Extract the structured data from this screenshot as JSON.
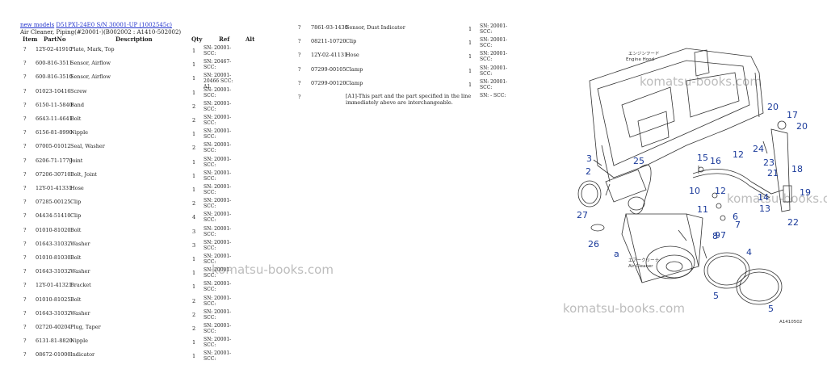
{
  "breadcrumb": {
    "link1": "new models",
    "link2": "D51PXI-24E0 S/N 30001-UP (1002545c)"
  },
  "subtitle": "Air Cleaner, Piping(#20001-)(B002002 : A1410-502002)",
  "headers": {
    "item": "Item",
    "partno": "PartNo",
    "description": "Description",
    "qty": "Qty",
    "ref": "Ref",
    "alt": "Alt"
  },
  "left_rows": [
    {
      "item": "?",
      "part": "12Y-02-41910",
      "desc": "Plate, Mark, Top",
      "qty": "1",
      "sn": "SN: 20001-SCC:"
    },
    {
      "item": "?",
      "part": "600-816-3511",
      "desc": "Sensor, Airflow",
      "qty": "1",
      "sn": "SN: 20467-SCC:"
    },
    {
      "item": "?",
      "part": "600-816-3510",
      "desc": "Sensor, Airflow",
      "qty": "1",
      "sn": "SN: 20001-20466 SCC: A1"
    },
    {
      "item": "?",
      "part": "01023-10416",
      "desc": "Screw",
      "qty": "1",
      "sn": "SN: 20001-SCC:"
    },
    {
      "item": "?",
      "part": "6150-11-5840",
      "desc": "Band",
      "qty": "2",
      "sn": "SN: 20001-SCC:"
    },
    {
      "item": "?",
      "part": "6643-11-4641",
      "desc": "Bolt",
      "qty": "2",
      "sn": "SN: 20001-SCC:"
    },
    {
      "item": "?",
      "part": "6156-81-8990",
      "desc": "Nipple",
      "qty": "1",
      "sn": "SN: 20001-SCC:"
    },
    {
      "item": "?",
      "part": "07005-01012",
      "desc": "Seal, Washer",
      "qty": "2",
      "sn": "SN: 20001-SCC:"
    },
    {
      "item": "?",
      "part": "6206-71-1770",
      "desc": "Joint",
      "qty": "1",
      "sn": "SN: 20001-SCC:"
    },
    {
      "item": "?",
      "part": "07206-30710",
      "desc": "Bolt, Joint",
      "qty": "1",
      "sn": "SN: 20001-SCC:"
    },
    {
      "item": "?",
      "part": "12Y-01-41331",
      "desc": "Hose",
      "qty": "1",
      "sn": "SN: 20001-SCC:"
    },
    {
      "item": "?",
      "part": "07285-00125",
      "desc": "Clip",
      "qty": "2",
      "sn": "SN: 20001-SCC:"
    },
    {
      "item": "?",
      "part": "04434-51410",
      "desc": "Clip",
      "qty": "4",
      "sn": "SN: 20001-SCC:"
    },
    {
      "item": "?",
      "part": "01010-81020",
      "desc": "Bolt",
      "qty": "3",
      "sn": "SN: 20001-SCC:"
    },
    {
      "item": "?",
      "part": "01643-31032",
      "desc": "Washer",
      "qty": "3",
      "sn": "SN: 20001-SCC:"
    },
    {
      "item": "?",
      "part": "01010-81030",
      "desc": "Bolt",
      "qty": "1",
      "sn": "SN: 20001-SCC:"
    },
    {
      "item": "?",
      "part": "01643-31032",
      "desc": "Washer",
      "qty": "1",
      "sn": "SN: 20001-SCC:"
    },
    {
      "item": "?",
      "part": "12Y-01-41321",
      "desc": "Bracket",
      "qty": "1",
      "sn": "SN: 20001-SCC:"
    },
    {
      "item": "?",
      "part": "01010-81025",
      "desc": "Bolt",
      "qty": "2",
      "sn": "SN: 20001-SCC:"
    },
    {
      "item": "?",
      "part": "01643-31032",
      "desc": "Washer",
      "qty": "2",
      "sn": "SN: 20001-SCC:"
    },
    {
      "item": "?",
      "part": "02720-40204",
      "desc": "Plug, Taper",
      "qty": "2",
      "sn": "SN: 20001-SCC:"
    },
    {
      "item": "?",
      "part": "6131-81-8820",
      "desc": "Nipple",
      "qty": "1",
      "sn": "SN: 20001-SCC:"
    },
    {
      "item": "?",
      "part": "08672-01000",
      "desc": "Indicator",
      "qty": "1",
      "sn": "SN: 20001-SCC:"
    }
  ],
  "right_rows": [
    {
      "item": "?",
      "part": "7861-93-1430",
      "desc": "Sensor, Dust Indicator",
      "qty": "1",
      "sn": "SN: 20001-SCC:"
    },
    {
      "item": "?",
      "part": "08211-10720",
      "desc": "Clip",
      "qty": "1",
      "sn": "SN: 20001-SCC:"
    },
    {
      "item": "?",
      "part": "12Y-02-41131",
      "desc": "Hose",
      "qty": "1",
      "sn": "SN: 20001-SCC:"
    },
    {
      "item": "?",
      "part": "07299-00105",
      "desc": "Clamp",
      "qty": "1",
      "sn": "SN: 20001-SCC:"
    },
    {
      "item": "?",
      "part": "07299-00120",
      "desc": "Clamp",
      "qty": "1",
      "sn": "SN: 20001-SCC:"
    },
    {
      "item": "?",
      "part": "",
      "desc": "",
      "qty": "",
      "sn": "SN: - SCC:"
    }
  ],
  "note": "[A1]-This part and the part specified in the line immediately above are interchangeable.",
  "watermark": "komatsu-books.com",
  "diagram": {
    "label_engine_hood_jp": "エンジンフード",
    "label_engine_hood": "Engine Hood",
    "label_air_cleaner_jp": "エアークリーナ",
    "label_air_cleaner": "Air Cleaner",
    "label_a": "a",
    "figure_id": "A1410502",
    "callouts": [
      "20",
      "17",
      "20",
      "24",
      "19",
      "18",
      "23",
      "21",
      "3",
      "25",
      "2",
      "15",
      "16",
      "12",
      "10",
      "12",
      "14",
      "13",
      "11",
      "6",
      "7",
      "8",
      "7",
      "22",
      "9",
      "27",
      "26",
      "4",
      "5",
      "5"
    ]
  }
}
